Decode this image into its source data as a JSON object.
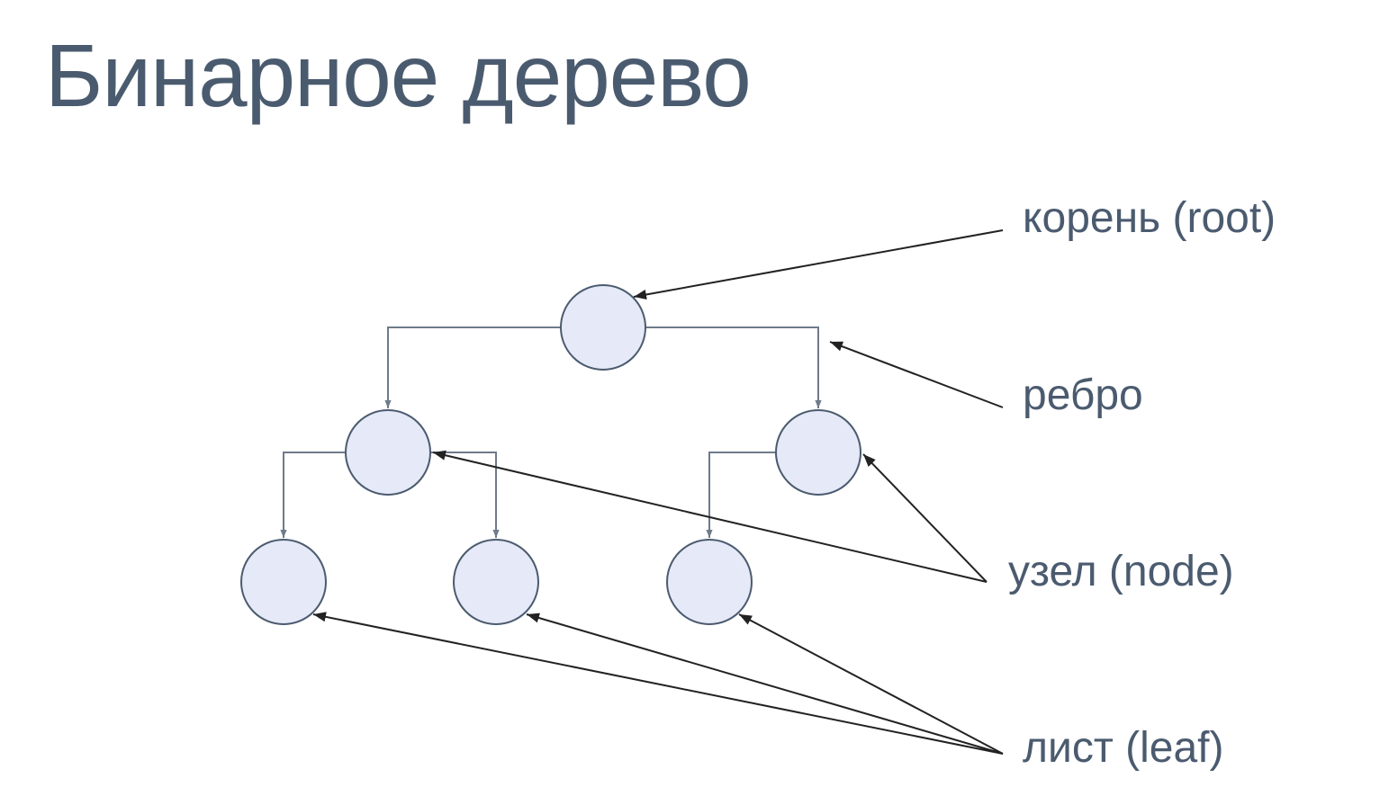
{
  "title": "Бинарное дерево",
  "labels": {
    "root": "корень (root)",
    "edge": "ребро",
    "node": "узел (node)",
    "leaf": "лист (leaf)"
  },
  "colors": {
    "title": "#4b5b6f",
    "label": "#4b5b6f",
    "node_fill": "#e6e9f7",
    "node_stroke": "#4b5b6f",
    "edge_stroke": "#6e7b8a",
    "pointer_stroke": "#222222"
  }
}
